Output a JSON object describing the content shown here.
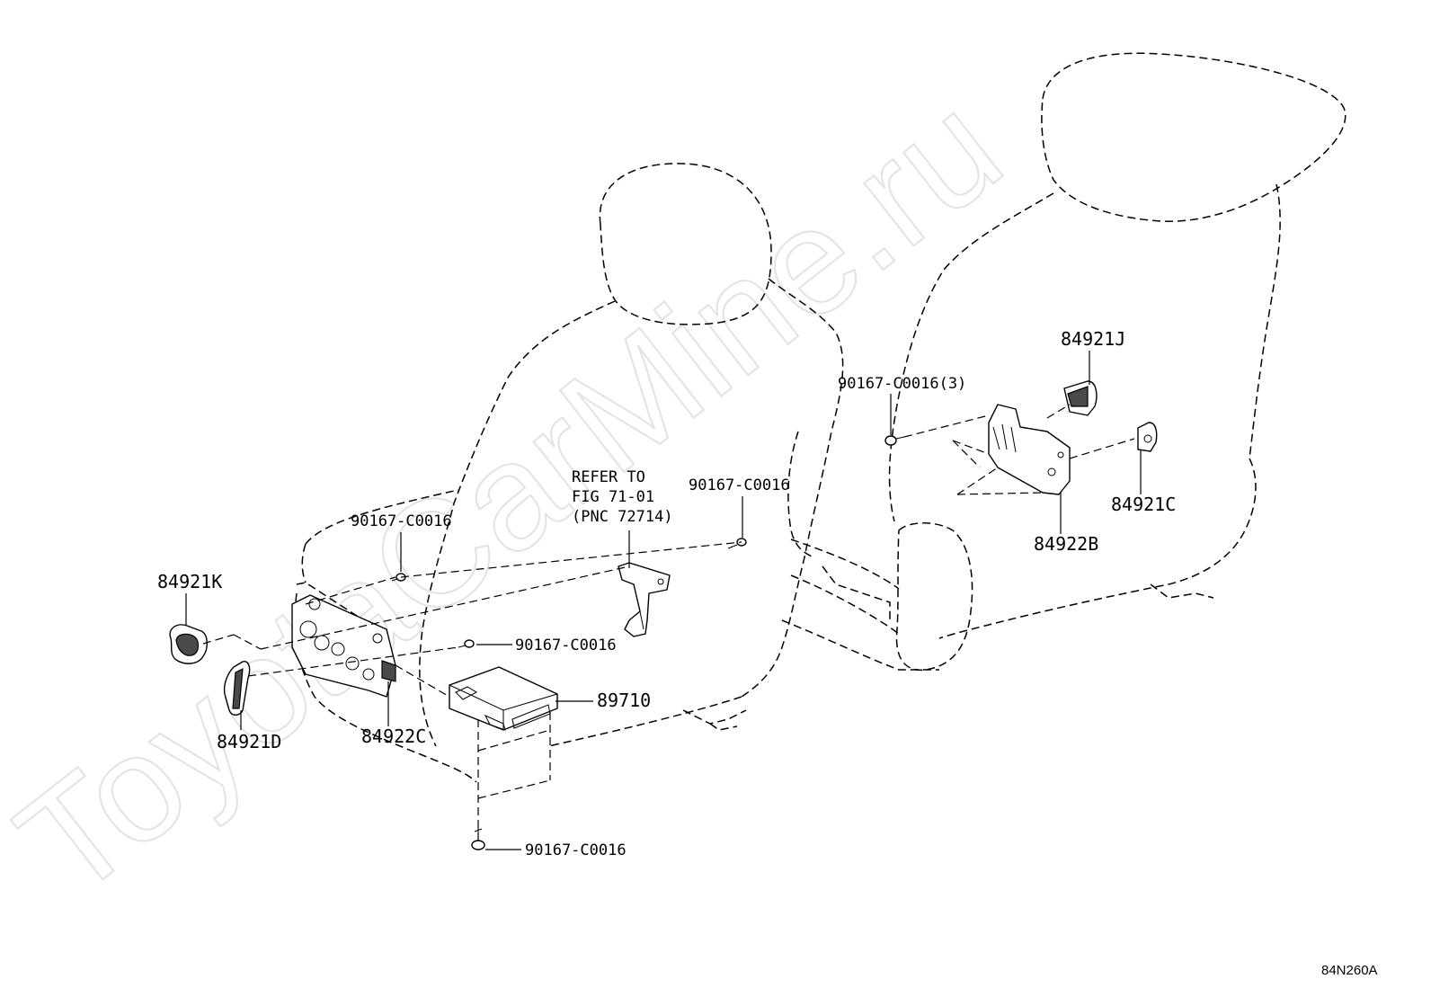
{
  "watermark": "ToyotaCarMine.ru",
  "figure_id": "84N260A",
  "callouts": {
    "part_84921K": "84921K",
    "part_84921D": "84921D",
    "part_84922C": "84922C",
    "part_89710": "89710",
    "part_84921J": "84921J",
    "part_84921C": "84921C",
    "part_84922B": "84922B",
    "screw_left_upper": "90167-C0016",
    "screw_center_upper": "90167-C0016",
    "screw_left_lower": "90167-C0016",
    "screw_bottom": "90167-C0016",
    "screw_right_qty3": "90167-C0016(3)",
    "refer_line1": "REFER TO",
    "refer_line2": "FIG 71-01",
    "refer_line3": "(PNC 72714)"
  }
}
